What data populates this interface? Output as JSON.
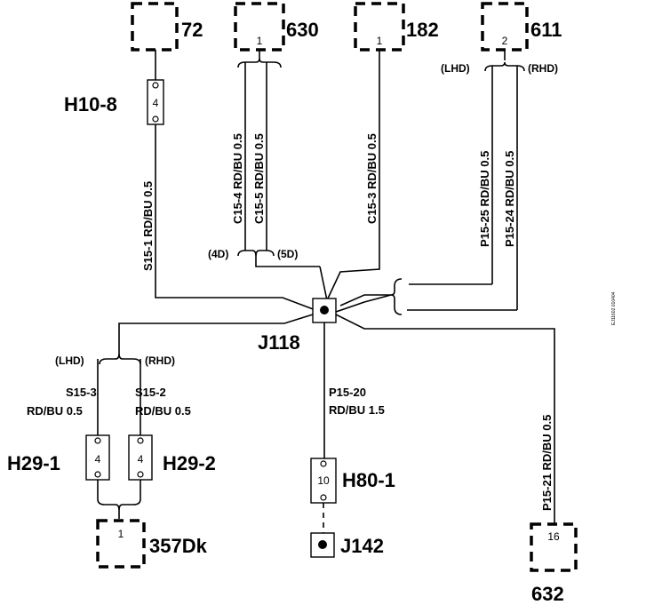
{
  "connectors": {
    "c72": "72",
    "c630": "630",
    "c182": "182",
    "c611": "611",
    "c357": "357Dk",
    "c632": "632",
    "j118": "J118",
    "j142": "J142",
    "h10_8": "H10-8",
    "h29_1": "H29-1",
    "h29_2": "H29-2",
    "h80_1": "H80-1"
  },
  "pins": {
    "c630": "1",
    "c182": "1",
    "c611": "2",
    "h10_8": "4",
    "h29_1": "4",
    "h29_2": "4",
    "h80_1": "10",
    "c357": "1",
    "c632": "16"
  },
  "variants": {
    "lhd": "(LHD)",
    "rhd": "(RHD)",
    "v4d": "(4D)",
    "v5d": "(5D)"
  },
  "wires": {
    "s15_1": "S15-1  RD/BU  0.5",
    "c15_4": "C15-4  RD/BU  0.5",
    "c15_5": "C15-5  RD/BU  0.5",
    "c15_3": "C15-3  RD/BU  0.5",
    "p15_25": "P15-25  RD/BU  0.5",
    "p15_24": "P15-24  RD/BU  0.5",
    "p15_21": "P15-21  RD/BU  0.5",
    "s15_3_id": "S15-3",
    "s15_3_spec": "RD/BU  0.5",
    "s15_2_id": "S15-2",
    "s15_2_spec": "RD/BU  0.5",
    "p15_20_id": "P15-20",
    "p15_20_spec": "RD/BU  1.5"
  },
  "reference": "EJ11602 010404"
}
